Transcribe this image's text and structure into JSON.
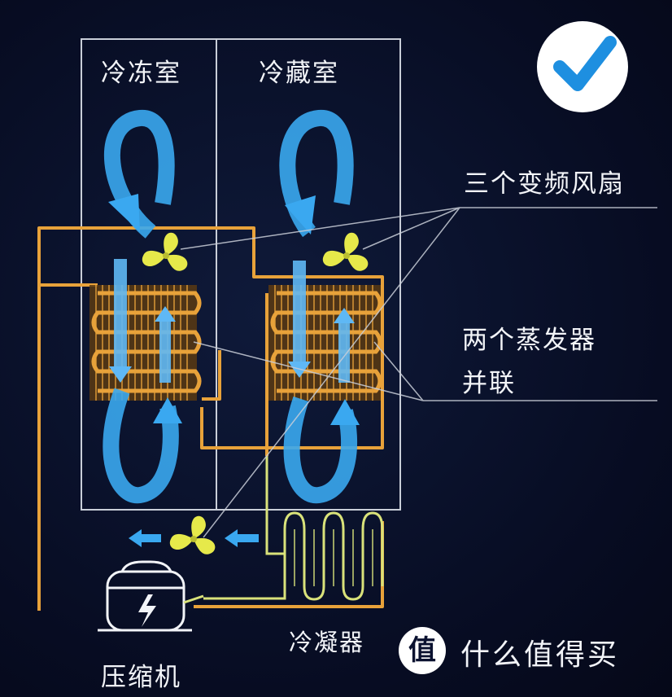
{
  "labels": {
    "freezer": "冷冻室",
    "fridge": "冷藏室",
    "fans": "三个变频风扇",
    "evaporators_line1": "两个蒸发器",
    "evaporators_line2": "并联",
    "condenser": "冷凝器",
    "compressor": "压缩机"
  },
  "watermark": {
    "badge": "值",
    "text": "什么值得买"
  },
  "icons": {
    "check": "check-badge-icon",
    "fan": "fan-icon",
    "compressor": "compressor-icon",
    "lightning": "lightning-icon"
  },
  "colors": {
    "background": "#070c22",
    "airflow": "#3aa8f0",
    "pipe": "#e8a23a",
    "fan": "#e6e94a",
    "condenser": "#d9e27a",
    "line": "#c9ced8",
    "check": "#1e8fe0"
  }
}
